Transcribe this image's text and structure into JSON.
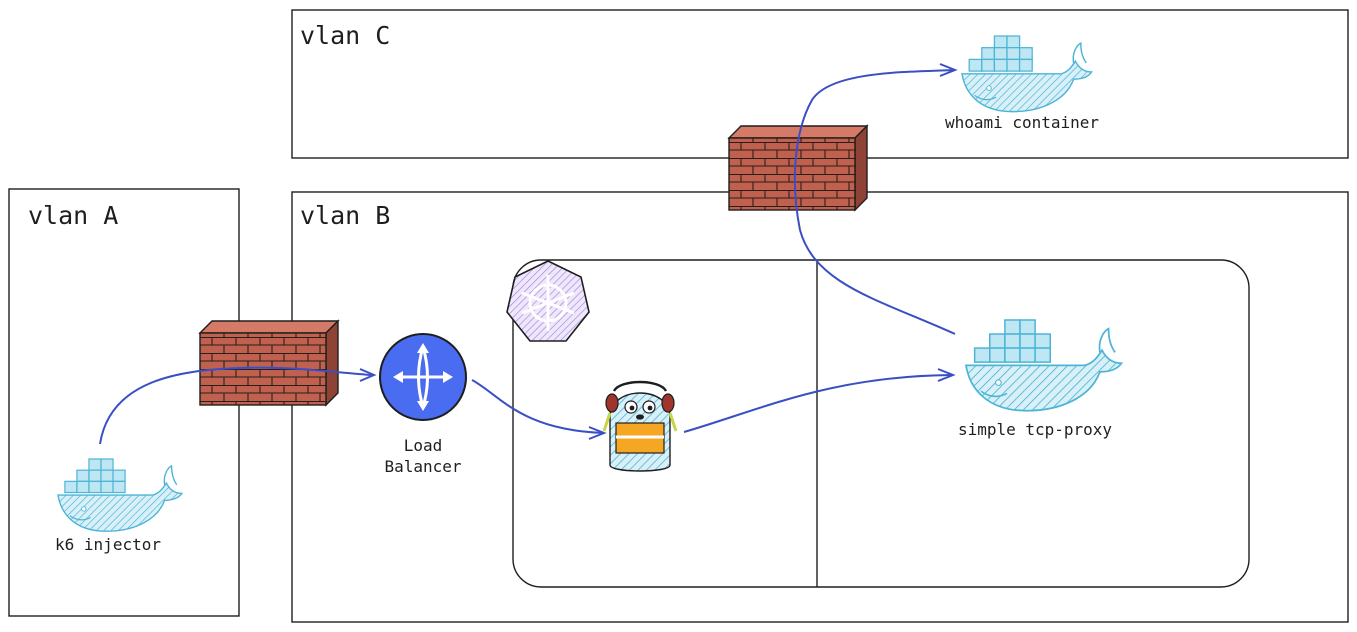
{
  "vlans": {
    "a": {
      "label": "vlan A"
    },
    "b": {
      "label": "vlan B"
    },
    "c": {
      "label": "vlan C"
    }
  },
  "nodes": {
    "k6_injector": {
      "label": "k6 injector",
      "icon": "docker-whale-icon"
    },
    "load_balancer": {
      "label_line1": "Load",
      "label_line2": "Balancer",
      "icon": "load-balancer-icon"
    },
    "simple_tcp_proxy": {
      "label": "simple tcp-proxy",
      "icon": "docker-whale-icon"
    },
    "whoami_container": {
      "label": "whoami container",
      "icon": "docker-whale-icon"
    },
    "kubernetes": {
      "icon": "kubernetes-icon"
    },
    "gopher": {
      "icon": "gopher-icon"
    },
    "firewall_a": {
      "icon": "firewall-icon"
    },
    "firewall_c": {
      "icon": "firewall-icon"
    }
  },
  "colors": {
    "arrow": "#3b4fc4",
    "docker": "#4cb5d6",
    "brick": "#c0604f",
    "load_balancer": "#4a6cf0",
    "kubernetes": "#a78bdc",
    "gopher_vest": "#f5a623"
  }
}
